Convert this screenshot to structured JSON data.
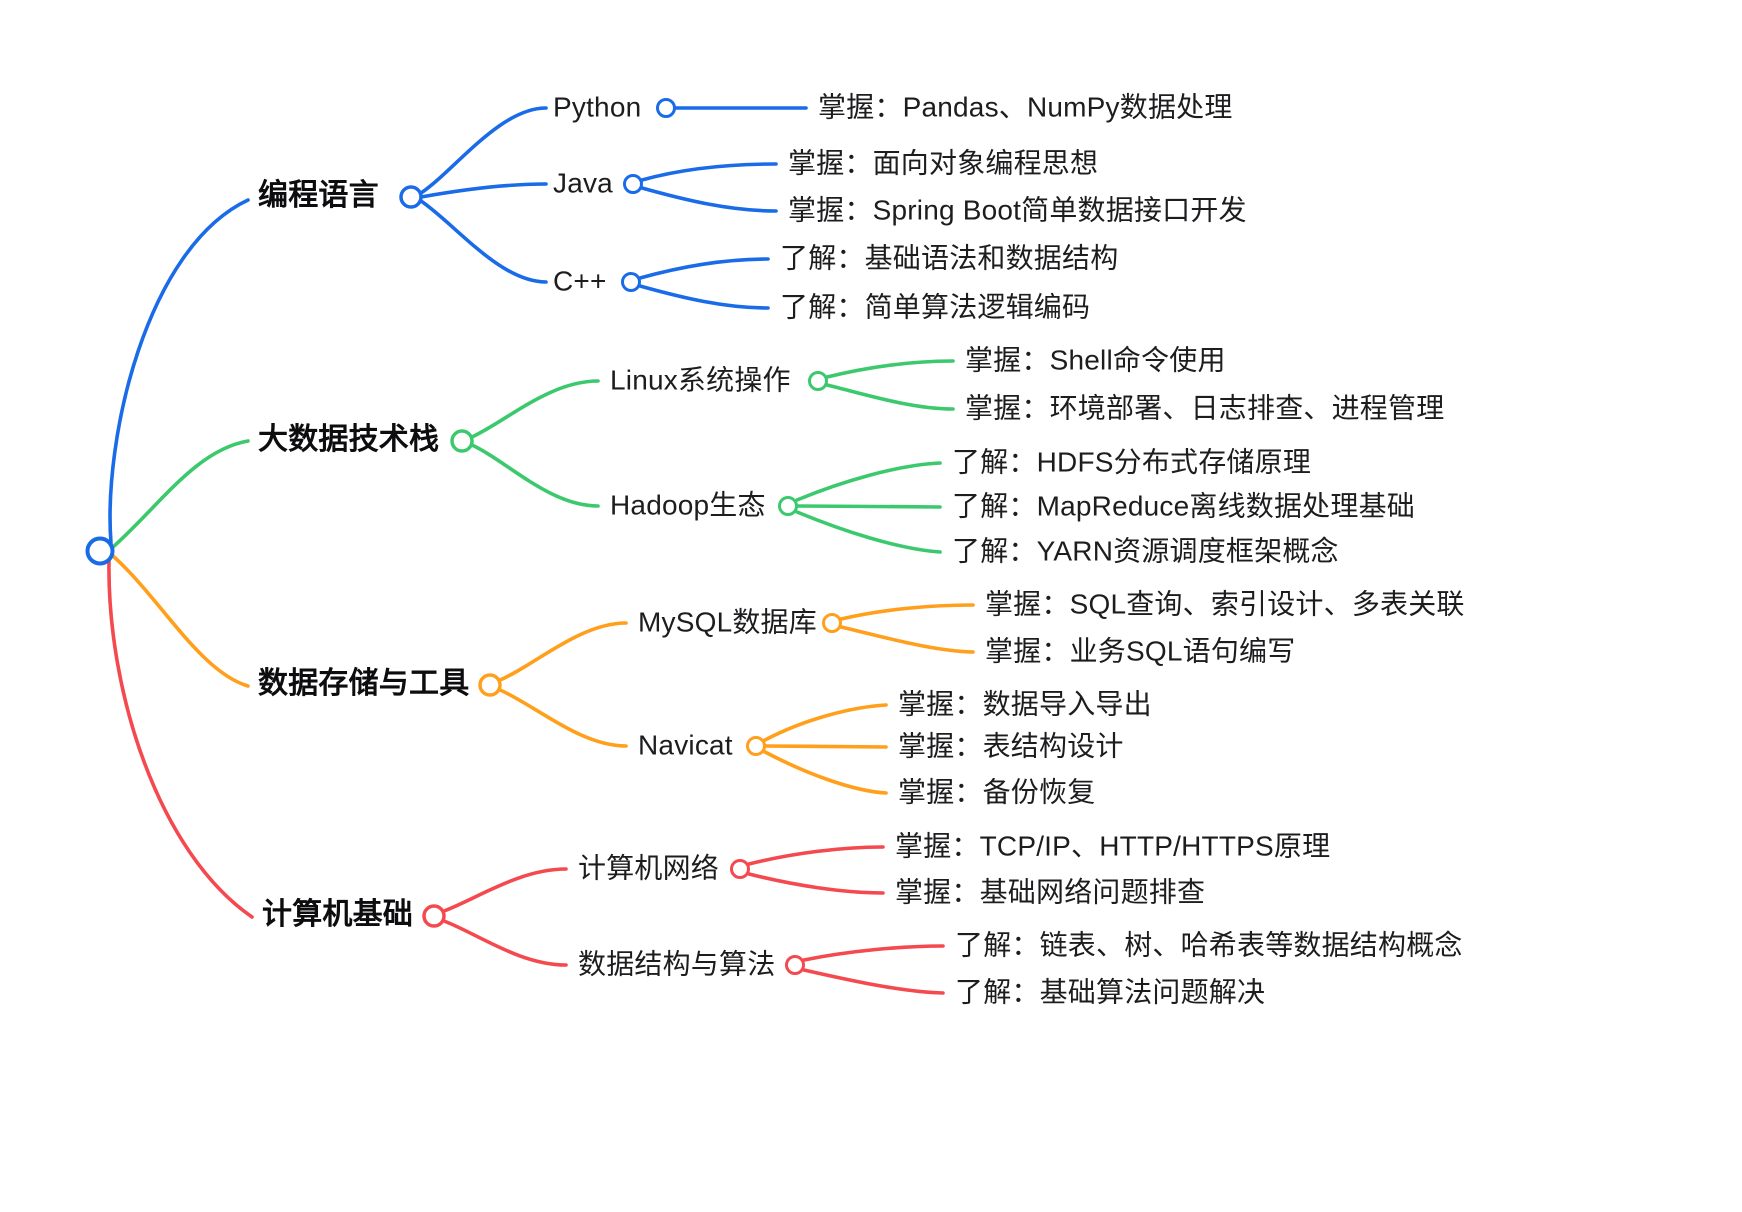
{
  "palette": {
    "blue": "#1a6be8",
    "green": "#3cc96e",
    "orange": "#ff9f1b",
    "red": "#f4494e",
    "text": "#1d1d1f",
    "background": "#ffffff"
  },
  "branches": [
    {
      "label": "编程语言",
      "color": "#1a6be8",
      "children": [
        {
          "label": "Python",
          "leaves": [
            "掌握：Pandas、NumPy数据处理"
          ]
        },
        {
          "label": "Java",
          "leaves": [
            "掌握：面向对象编程思想",
            "掌握：Spring Boot简单数据接口开发"
          ]
        },
        {
          "label": "C++",
          "leaves": [
            "了解：基础语法和数据结构",
            "了解：简单算法逻辑编码"
          ]
        }
      ]
    },
    {
      "label": "大数据技术栈",
      "color": "#3cc96e",
      "children": [
        {
          "label": "Linux系统操作",
          "leaves": [
            "掌握：Shell命令使用",
            "掌握：环境部署、日志排查、进程管理"
          ]
        },
        {
          "label": "Hadoop生态",
          "leaves": [
            "了解：HDFS分布式存储原理",
            "了解：MapReduce离线数据处理基础",
            "了解：YARN资源调度框架概念"
          ]
        }
      ]
    },
    {
      "label": "数据存储与工具",
      "color": "#ff9f1b",
      "children": [
        {
          "label": "MySQL数据库",
          "leaves": [
            "掌握：SQL查询、索引设计、多表关联",
            "掌握：业务SQL语句编写"
          ]
        },
        {
          "label": "Navicat",
          "leaves": [
            "掌握：数据导入导出",
            "掌握：表结构设计",
            "掌握：备份恢复"
          ]
        }
      ]
    },
    {
      "label": "计算机基础",
      "color": "#f4494e",
      "children": [
        {
          "label": "计算机网络",
          "leaves": [
            "掌握：TCP/IP、HTTP/HTTPS原理",
            "掌握：基础网络问题排查"
          ]
        },
        {
          "label": "数据结构与算法",
          "leaves": [
            "了解：链表、树、哈希表等数据结构概念",
            "了解：基础算法问题解决"
          ]
        }
      ]
    }
  ]
}
